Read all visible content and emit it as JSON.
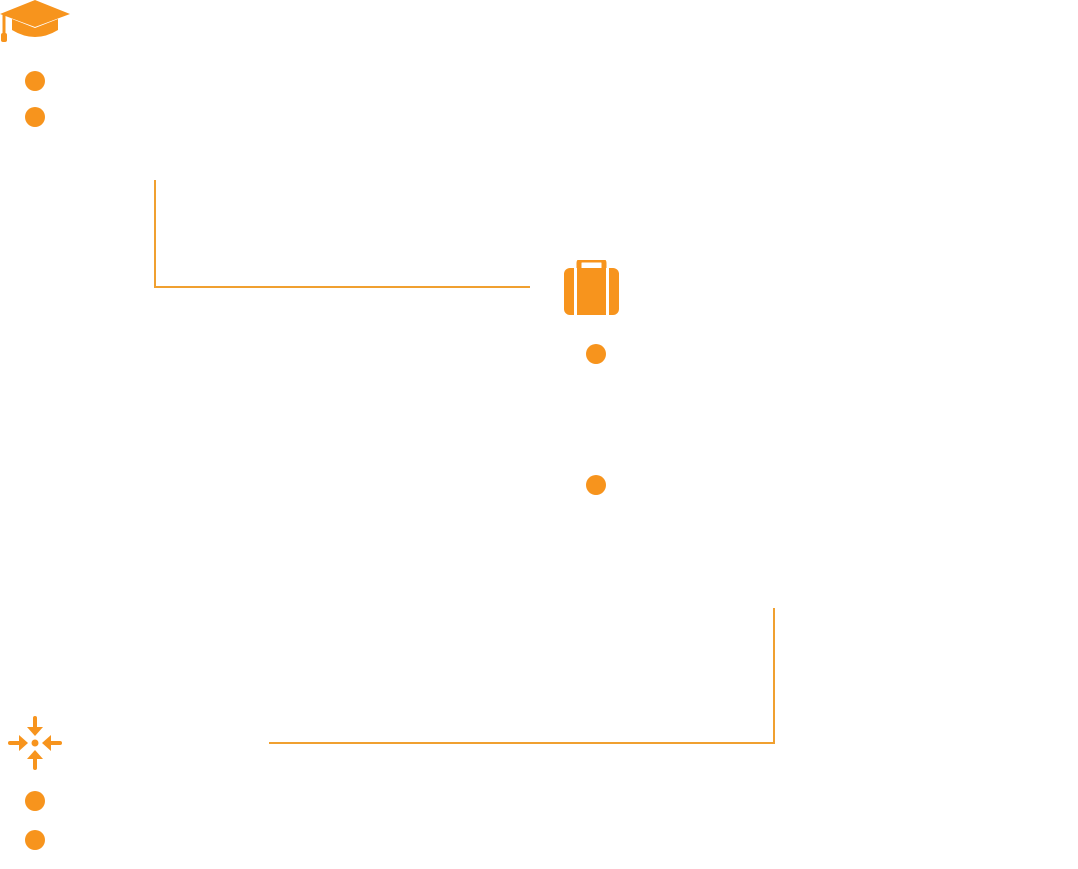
{
  "colors": {
    "accent": "#f7941d",
    "line": "#f0a030",
    "background": "#ffffff"
  },
  "sections": [
    {
      "icon": "graduation-cap-icon",
      "bullets": 2
    },
    {
      "icon": "suitcase-icon",
      "bullets": 2
    },
    {
      "icon": "arrows-converge-icon",
      "bullets": 2
    }
  ]
}
